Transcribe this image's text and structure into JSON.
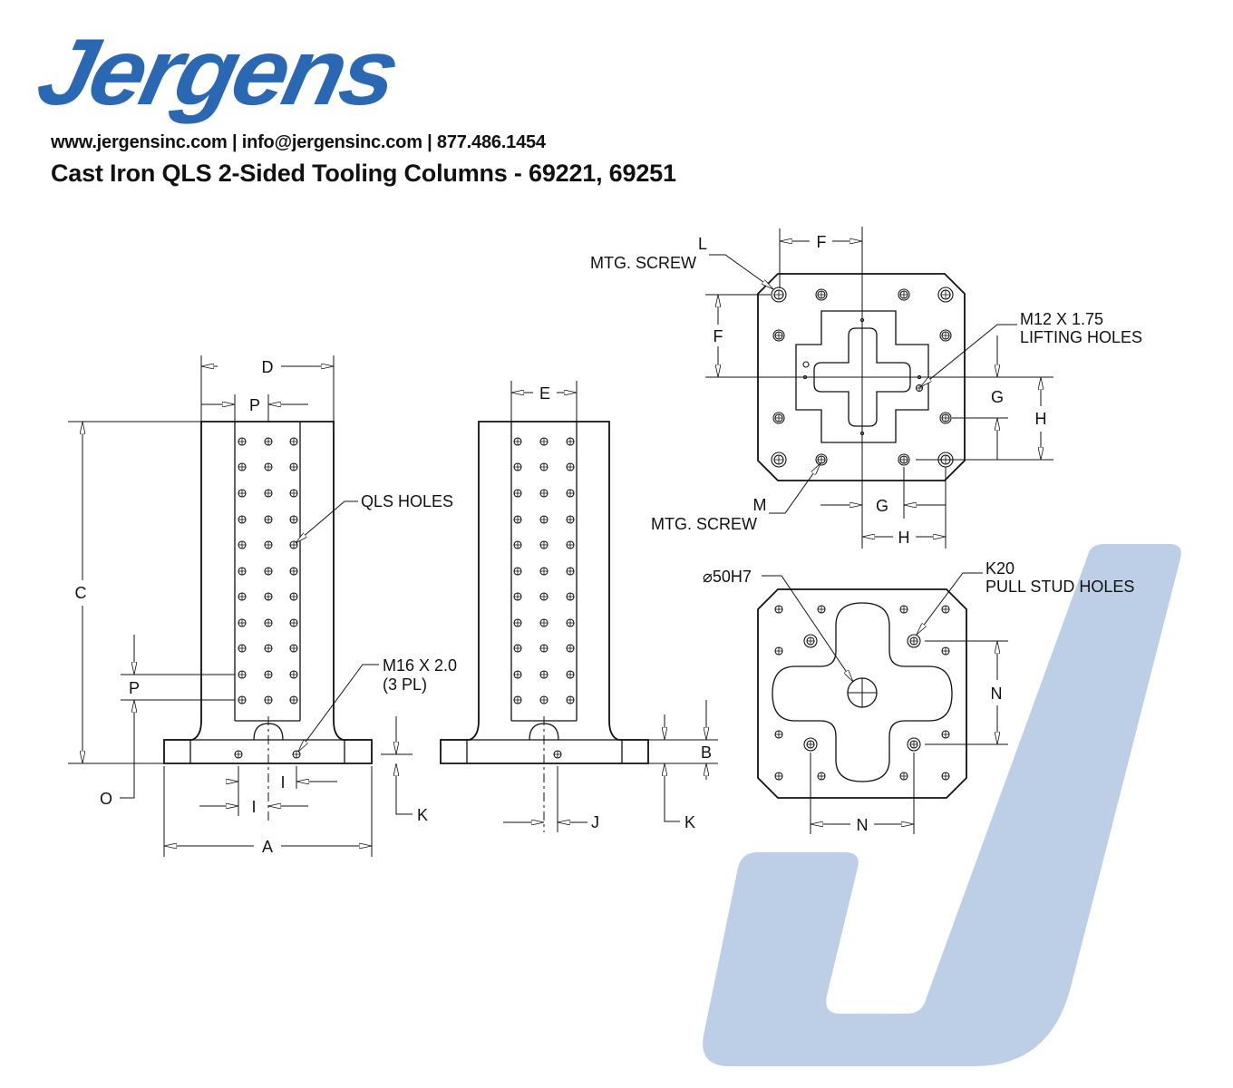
{
  "header": {
    "logo_text": "Jergens",
    "contact": "www.jergensinc.com | info@jergensinc.com | 877.486.1454",
    "title": "Cast Iron QLS 2-Sided Tooling Columns - 69221, 69251"
  },
  "colors": {
    "brand_blue": "#2a68b3",
    "watermark_blue": "#bccfe6"
  },
  "front_view": {
    "dims": {
      "A": "A",
      "C": "C",
      "D": "D",
      "P_top": "P",
      "P_side": "P",
      "O": "O",
      "I_upper": "I",
      "I_lower": "I",
      "K": "K"
    },
    "callouts": {
      "qls": "QLS HOLES",
      "thread": "M16 X 2.0",
      "qty": "(3 PL)"
    }
  },
  "side_view": {
    "dims": {
      "E": "E",
      "J": "J",
      "B": "B",
      "K": "K"
    }
  },
  "top_view": {
    "dims": {
      "F_top": "F",
      "F_side": "F",
      "G_side": "G",
      "H_side": "H",
      "G_bottom": "G",
      "H_bottom": "H"
    },
    "callouts": {
      "L": "L",
      "L_desc": "MTG. SCREW",
      "M": "M",
      "M_desc": "MTG. SCREW",
      "lift_thread": "M12 X 1.75",
      "lift_desc": "LIFTING HOLES"
    }
  },
  "bottom_view": {
    "dims": {
      "N_side": "N",
      "N_bottom": "N"
    },
    "callouts": {
      "bore": "⌀50H7",
      "stud": "K20",
      "stud_desc": "PULL STUD HOLES"
    }
  }
}
